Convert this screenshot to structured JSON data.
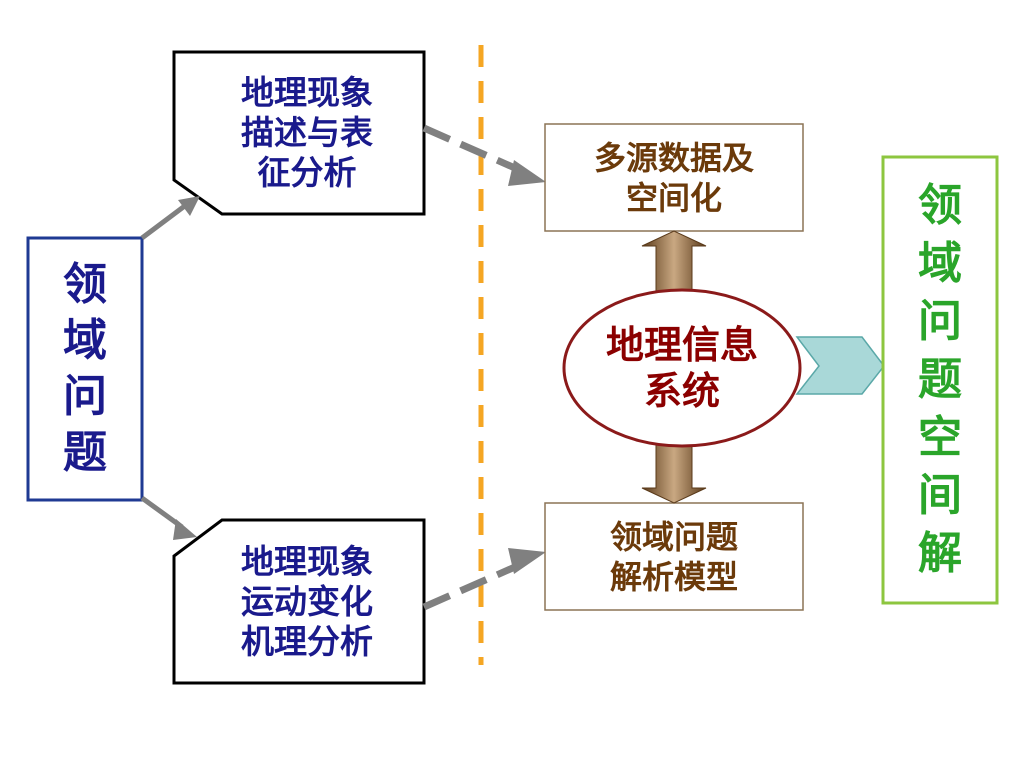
{
  "colors": {
    "left_box_border": "#1f3a93",
    "left_box_text": "#1a1a8c",
    "phenomenon_box_text": "#1a1a8c",
    "phenomenon_box_border": "#000000",
    "right_box_border": "#8dc63f",
    "right_box_text": "#2aa52a",
    "model_box_border": "#8b7355",
    "model_box_text": "#6b3a0a",
    "gis_ellipse_border": "#8b1a1a",
    "gis_text": "#8b0000",
    "divider": "#f5a623",
    "gray_arrow": "#808080",
    "brown_arrow": "#7a5a3a",
    "teal_arrow_fill": "#a9d8d8",
    "teal_arrow_stroke": "#5aa8a8"
  },
  "left_box": {
    "lines": [
      "领",
      "域",
      "问",
      "题"
    ]
  },
  "box_description": {
    "lines": [
      "地理现象",
      "描述与表",
      "征分析"
    ]
  },
  "box_mechanism": {
    "lines": [
      "地理现象",
      "运动变化",
      "机理分析"
    ]
  },
  "box_data": {
    "lines": [
      "多源数据及",
      "空间化"
    ]
  },
  "gis": {
    "lines": [
      "地理信息",
      "系统"
    ]
  },
  "box_model": {
    "lines": [
      "领域问题",
      "解析模型"
    ]
  },
  "right_box": {
    "lines": [
      "领",
      "域",
      "问",
      "题",
      "空",
      "间",
      "解"
    ]
  }
}
